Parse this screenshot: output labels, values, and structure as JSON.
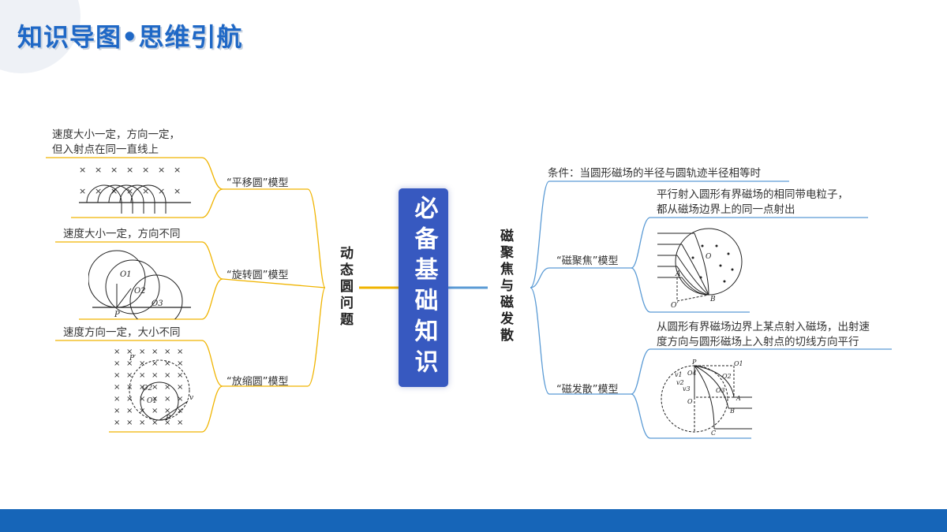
{
  "header": {
    "title": "知识导图•思维引航"
  },
  "central": {
    "title": "必备基础知识"
  },
  "left": {
    "branch": "动态圆问题",
    "items": [
      {
        "label": "“平移圆”模型",
        "note_lines": [
          "速度大小一定，方向一定，",
          "但入射点在同一直线上"
        ]
      },
      {
        "label": "“旋转圆”模型",
        "note_lines": [
          "速度大小一定，方向不同"
        ]
      },
      {
        "label": "“放缩圆”模型",
        "note_lines": [
          "速度方向一定，大小不同"
        ]
      }
    ]
  },
  "right": {
    "branch": "磁聚焦与磁发散",
    "condition": "条件：当圆形磁场的半径与圆轨迹半径相等时",
    "items": [
      {
        "label": "“磁聚焦”模型",
        "note_lines": [
          "平行射入圆形有界磁场的相同带电粒子，",
          "都从磁场边界上的同一点射出"
        ]
      },
      {
        "label": "“磁发散”模型",
        "note_lines": [
          "从圆形有界磁场边界上某点射入磁场，出射速",
          "度方向与圆形磁场上入射点的切线方向平行"
        ]
      }
    ]
  },
  "figures": {
    "translate": {
      "mark": "×"
    },
    "rotate": {
      "labels": [
        "O1",
        "O2",
        "O3",
        "P"
      ]
    },
    "scale": {
      "mark": "×",
      "labels": [
        "P′",
        "O2",
        "O1",
        "P",
        "v"
      ]
    },
    "focus": {
      "labels": [
        "O",
        "A",
        "B",
        "O′"
      ]
    },
    "diverge": {
      "labels": [
        "P",
        "O1",
        "O2",
        "O3",
        "O",
        "A",
        "B",
        "C",
        "v1",
        "v2",
        "v3",
        "O4"
      ]
    }
  },
  "colors": {
    "left_lines": "#f0b400",
    "right_lines": "#5b9bd5",
    "central_bg": "#3759c0",
    "header": "#1f68c6",
    "bottom_bar": "#1665b8"
  }
}
